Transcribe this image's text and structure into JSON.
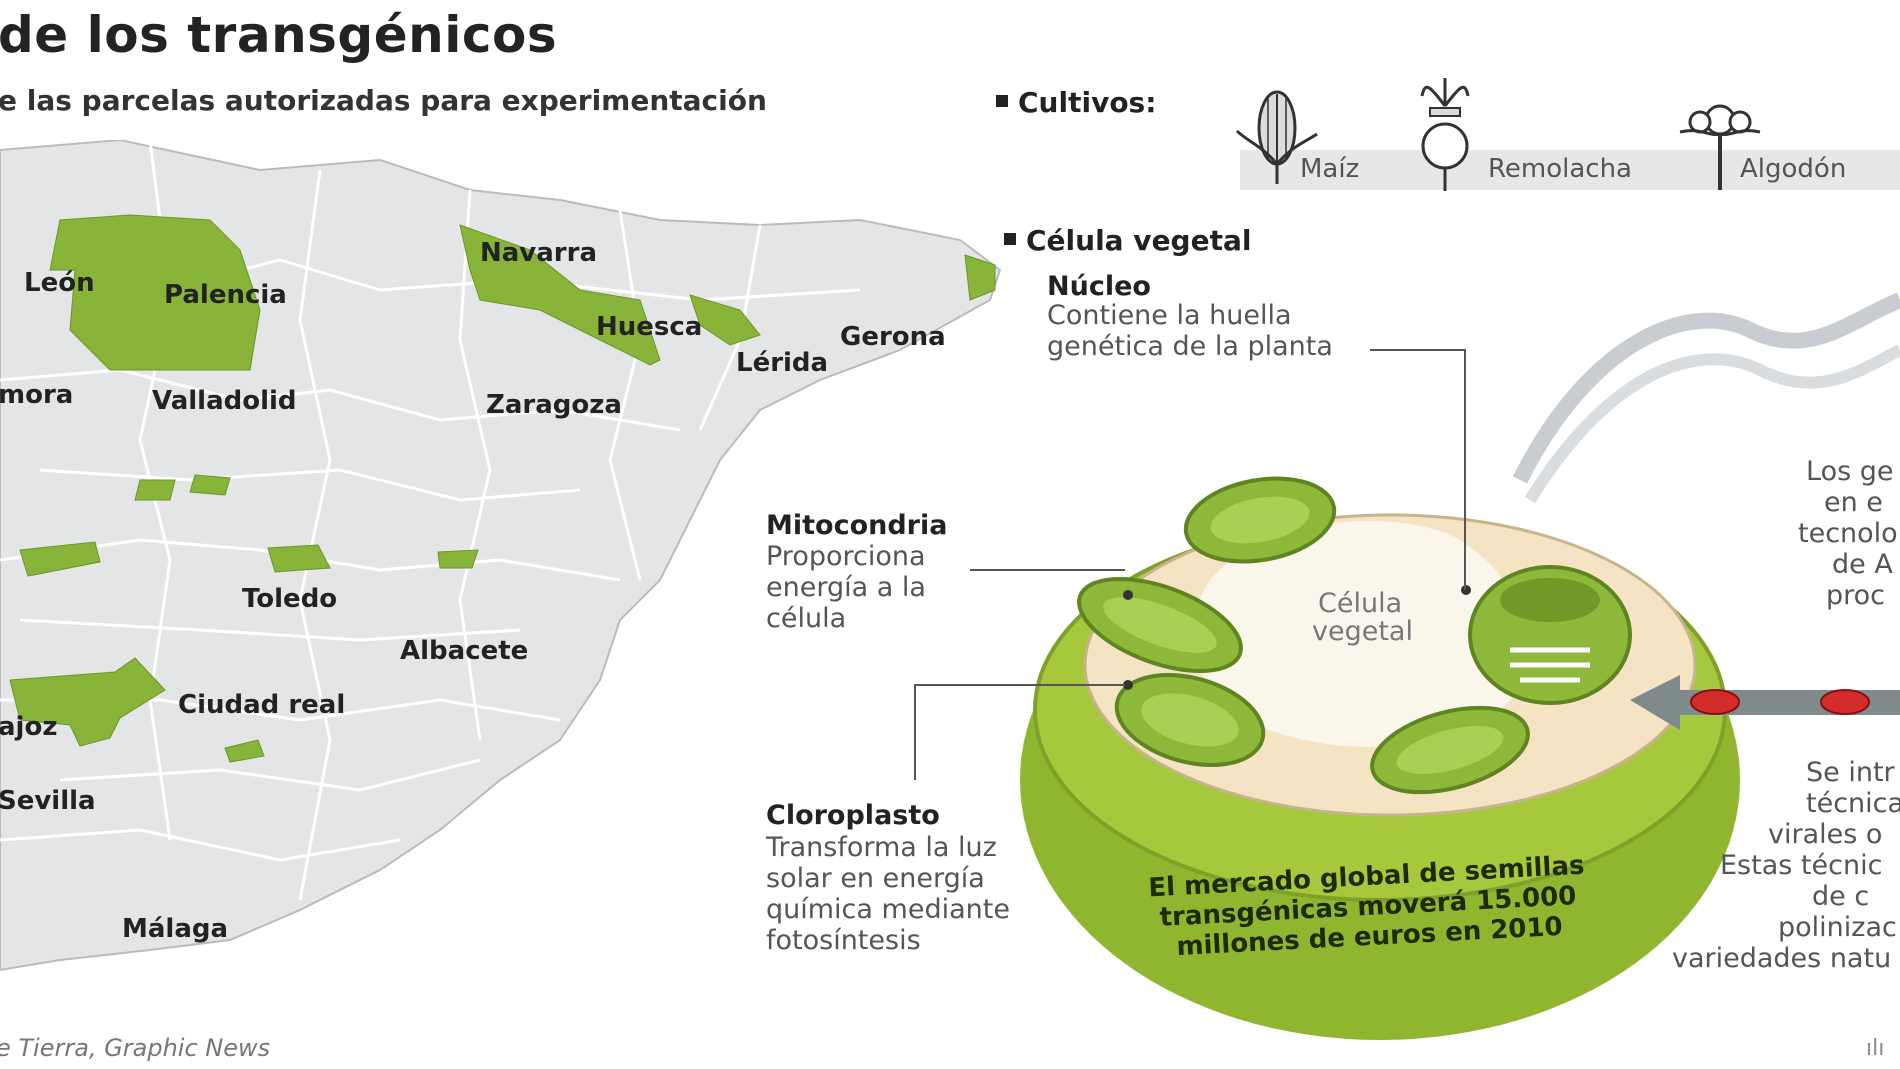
{
  "header": {
    "title": "de los transgénicos",
    "subtitle": "e las parcelas autorizadas para experimentación"
  },
  "crops": {
    "heading": "Cultivos:",
    "items": [
      {
        "label": "Maíz",
        "icon": "corn-icon"
      },
      {
        "label": "Remolacha",
        "icon": "beet-icon"
      },
      {
        "label": "Algodón",
        "icon": "cotton-icon"
      }
    ]
  },
  "map": {
    "fill_color": "#88b43a",
    "land_color": "#e4e5e7",
    "labels": {
      "leon": "León",
      "palencia": "Palencia",
      "zamora": "mora",
      "valladolid": "Valladolid",
      "navarra": "Navarra",
      "huesca": "Huesca",
      "lerida": "Lérida",
      "gerona": "Gerona",
      "zaragoza": "Zaragoza",
      "toledo": "Toledo",
      "albacete": "Albacete",
      "ciudad_real": "Ciudad real",
      "badajoz": "ajoz",
      "sevilla": "Sevilla",
      "malaga": "Málaga"
    }
  },
  "cell": {
    "heading": "Célula vegetal",
    "center_label_1": "Célula",
    "center_label_2": "vegetal",
    "nucleus": {
      "title": "Núcleo",
      "line1": "Contiene la huella",
      "line2": "genética de la planta"
    },
    "mitochondria": {
      "title": "Mitocondria",
      "line1": "Proporciona",
      "line2": "energía a la",
      "line3": "célula"
    },
    "chloroplast": {
      "title": "Cloroplasto",
      "line1": "Transforma la luz",
      "line2": "solar en energía",
      "line3": "química mediante",
      "line4": "fotosíntesis"
    },
    "market_1": "El mercado global de semillas",
    "market_2": "transgénicas moverá 15.000",
    "market_3": "millones de euros en 2010",
    "colors": {
      "outer": "#a6c83c",
      "inner": "#f4e4c4",
      "organelle": "#8db83a"
    }
  },
  "right_text": {
    "block1": [
      "Los ge",
      "en e",
      "tecnolo",
      "de A",
      "proc"
    ],
    "block2": [
      "Se intr",
      "técnica",
      "virales o",
      "Estas técnic",
      "de c",
      "polinizac",
      "variedades natu"
    ]
  },
  "footer": {
    "source": "e Tierra, Graphic News",
    "right_fragment": "ılı"
  }
}
